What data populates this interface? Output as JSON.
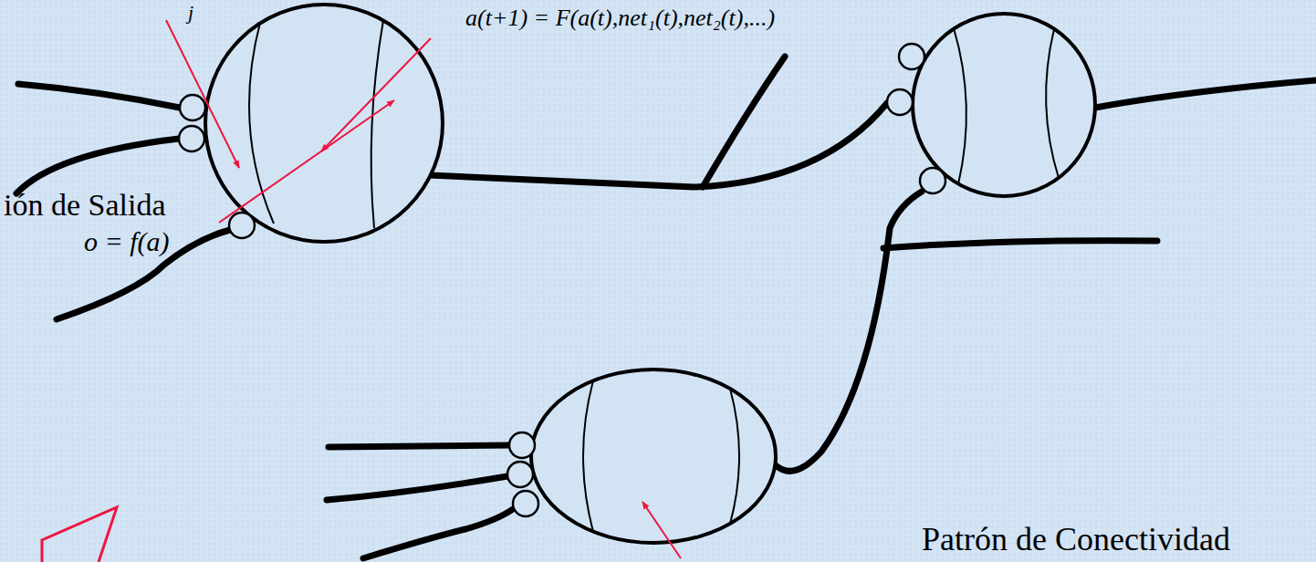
{
  "diagram": {
    "labels": [
      "j",
      "a(t+1) = F(a(t),net₁(t),net₂(t),...)",
      "ión de Salida",
      "o = f(a)",
      "Patrón de Conectividad"
    ]
  }
}
